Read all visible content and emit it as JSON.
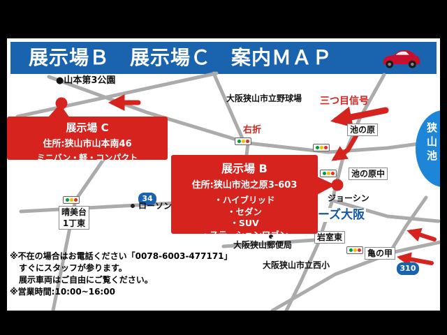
{
  "header": {
    "title": "展示場Ｂ　展示場Ｃ　案内ＭＡＰ"
  },
  "callout_c": {
    "title": "展示場 C",
    "address": "住所:狭山市山本南46",
    "vehicles": "ミニバン・軽・コンパクト"
  },
  "callout_b": {
    "title": "展示場 B",
    "address": "住所:狭山市池之原3-603",
    "v1": "・ハイブリッド",
    "v2": "・セダン",
    "v3": "・SUV",
    "v4": "・ステーションワゴン"
  },
  "map": {
    "park": "●山本第3公園",
    "baseball": "大阪狭山市立野球場",
    "third_signal": "三つ目信号",
    "right_turn": "右折",
    "ikenohara": "池の原",
    "ikenohara_naka": "池の原中",
    "joshin": "ジョーシン",
    "cars_osaka": "カーズ大阪",
    "pond": "狭山池",
    "harumidai1": "晴美台",
    "harumidai2": "1丁東",
    "route34": "34",
    "lawson": "ローソン",
    "post_office": "大阪狭山郵便局",
    "iwamuro": "岩室東",
    "kamenoko": "亀の甲",
    "route310": "310",
    "nishi_elementary": "大阪狭山市立西小"
  },
  "notes": {
    "n1": "※不在の場合はお電話ください「0078-6003-477171」",
    "n2": "すぐにスタッフが参ります。",
    "n3": "展示車両はご自由にご覧ください。",
    "n4": "※営業時間:10:00~16:00"
  },
  "colors": {
    "accent_red": "#d7231d",
    "header_blue": "#1a63ae",
    "pond_blue": "#1d86d8",
    "cars_blue": "#1257a8",
    "road_gray": "#ababab"
  }
}
